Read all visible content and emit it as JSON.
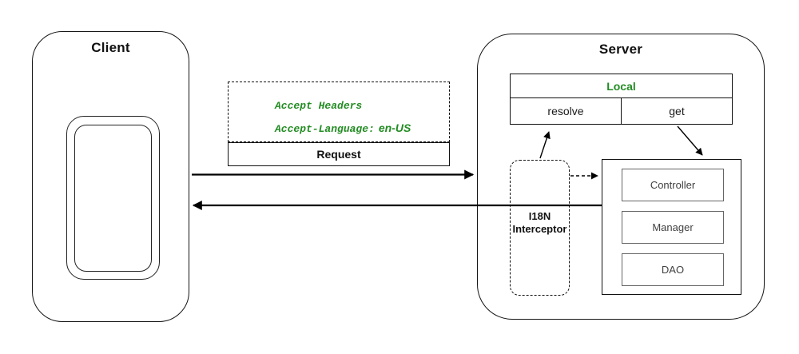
{
  "colors": {
    "green": "#228B22",
    "line": "#000000",
    "inner_border": "#666666",
    "inner_text": "#404040"
  },
  "client": {
    "title": "Client"
  },
  "message": {
    "headers_line1": "Accept Headers",
    "headers_line2_key": "Accept-Language:",
    "headers_line2_value": "en-US",
    "request_label": "Request"
  },
  "server": {
    "title": "Server",
    "local": {
      "header": "Local",
      "cells": [
        "resolve",
        "get"
      ]
    },
    "interceptor": {
      "line1": "I18N",
      "line2": "Interceptor"
    },
    "backend": [
      "Controller",
      "Manager",
      "DAO"
    ]
  }
}
